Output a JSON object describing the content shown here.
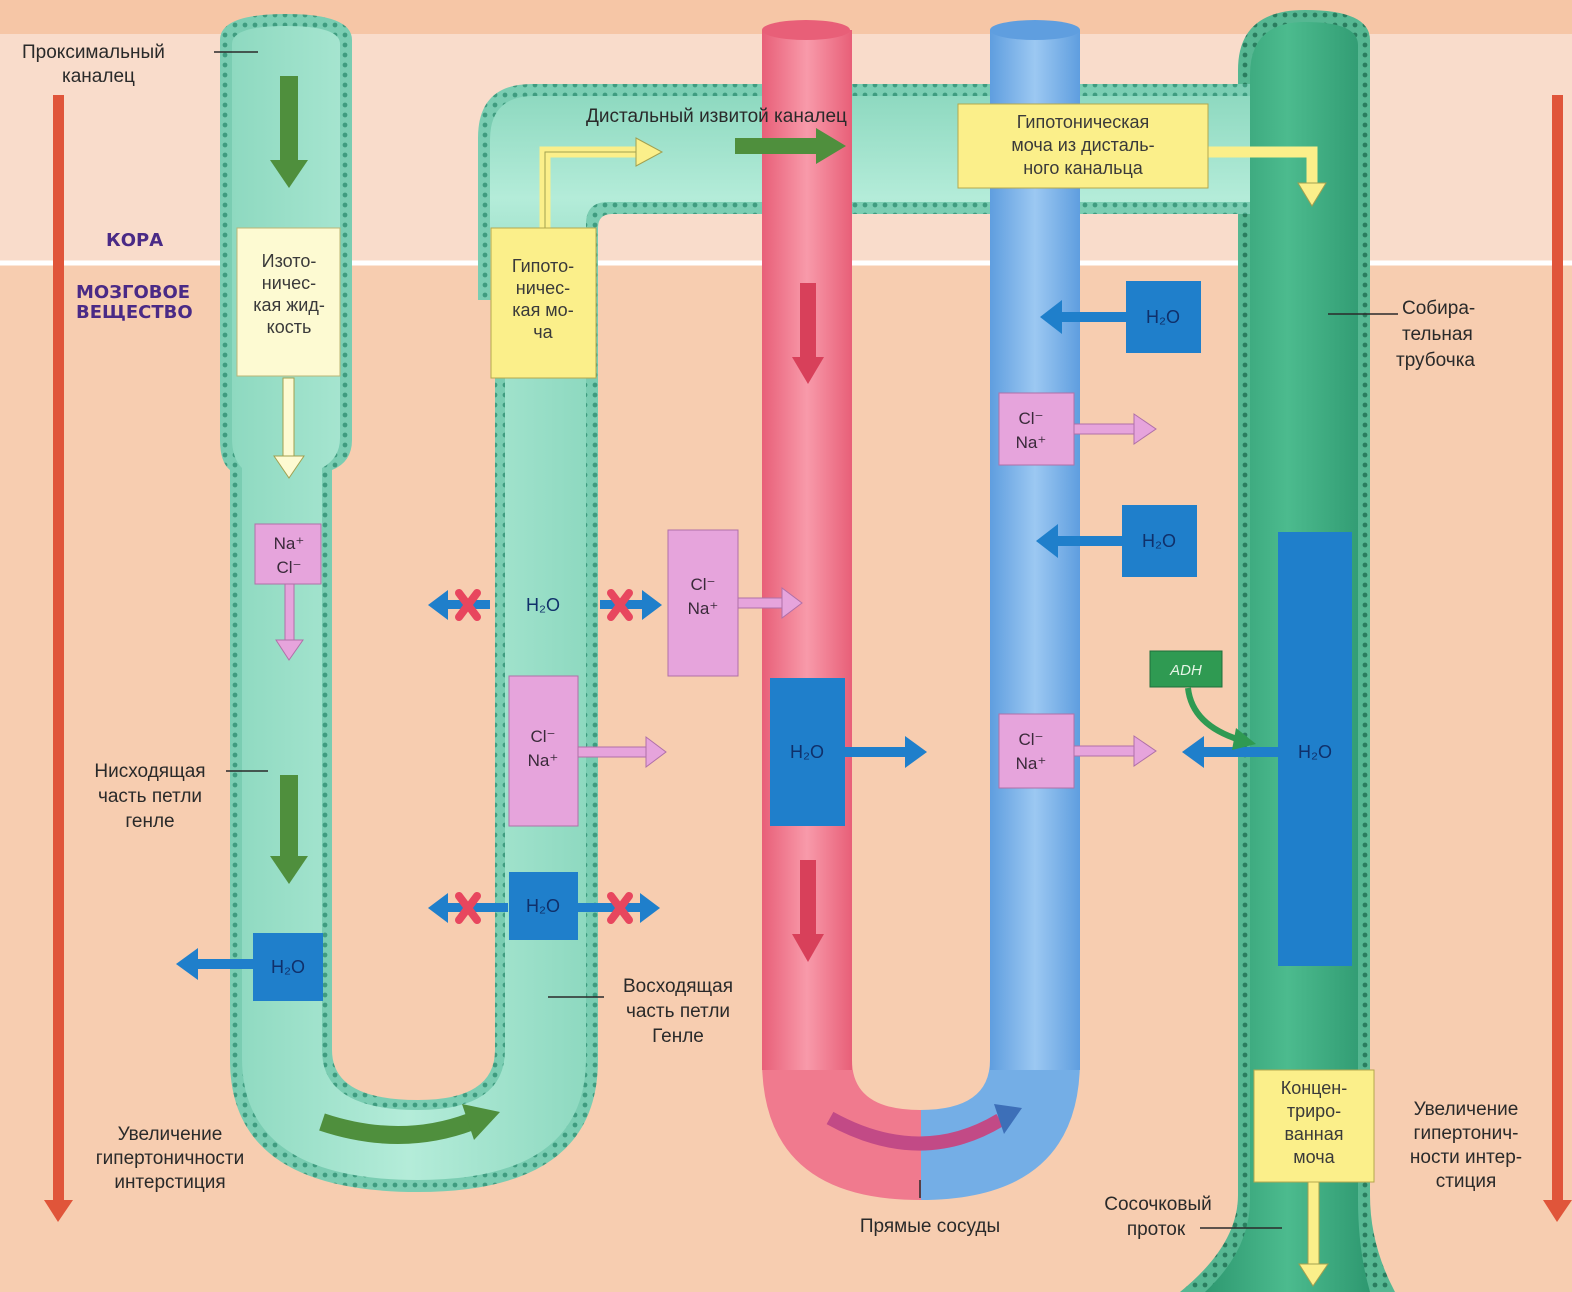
{
  "labels": {
    "proximal_line1": "Проксимальный",
    "proximal_line2": "каналец",
    "distal": "Дистальный извитой каналец",
    "hypotonic_distal_1": "Гипотоническая",
    "hypotonic_distal_2": "моча из дисталь-",
    "hypotonic_distal_3": "ного канальца",
    "cortex": "КОРА",
    "medulla_1": "МОЗГОВОЕ",
    "medulla_2": "ВЕЩЕСТВО",
    "isotonic_1": "Изото-",
    "isotonic_2": "ничес-",
    "isotonic_3": "кая жид-",
    "isotonic_4": "кость",
    "hypotonic_1": "Гипото-",
    "hypotonic_2": "ничес-",
    "hypotonic_3": "кая мо-",
    "hypotonic_4": "ча",
    "collecting_1": "Собира-",
    "collecting_2": "тельная",
    "collecting_3": "трубочка",
    "descending_1": "Нисходящая",
    "descending_2": "часть петли",
    "descending_3": "генле",
    "ascending_1": "Восходящая",
    "ascending_2": "часть петли",
    "ascending_3": "Генле",
    "increase_left_1": "Увеличение",
    "increase_left_2": "гипертоничности",
    "increase_left_3": "интерстиция",
    "increase_right_1": "Увеличение",
    "increase_right_2": "гипертонич-",
    "increase_right_3": "ности интер-",
    "increase_right_4": "стиция",
    "concentrated_1": "Концен-",
    "concentrated_2": "триро-",
    "concentrated_3": "ванная",
    "concentrated_4": "моча",
    "papillary_1": "Сосочковый",
    "papillary_2": "проток",
    "vasa_recta": "Прямые сосуды",
    "adh": "ADH"
  },
  "ions": {
    "water": "H₂O",
    "na": "Na⁺",
    "cl": "Cl⁻"
  },
  "colors": {
    "background": "#f7cdb0",
    "cortex_band": "#f9dccb",
    "tubule_light": "#9ee3cd",
    "tubule_wall": "#67c4a8",
    "collecting_duct": "#3aa57c",
    "vessel_red": "#f07a8e",
    "vessel_blue": "#74aee6",
    "water_blue": "#1f7fcb",
    "ion_pink": "#e6a4dc",
    "box_yellow": "#fbef8a",
    "box_pale": "#fdfad2",
    "green_arrow": "#4f8f3d",
    "axis_red": "#e0553a",
    "adh_green": "#2f9a52"
  }
}
